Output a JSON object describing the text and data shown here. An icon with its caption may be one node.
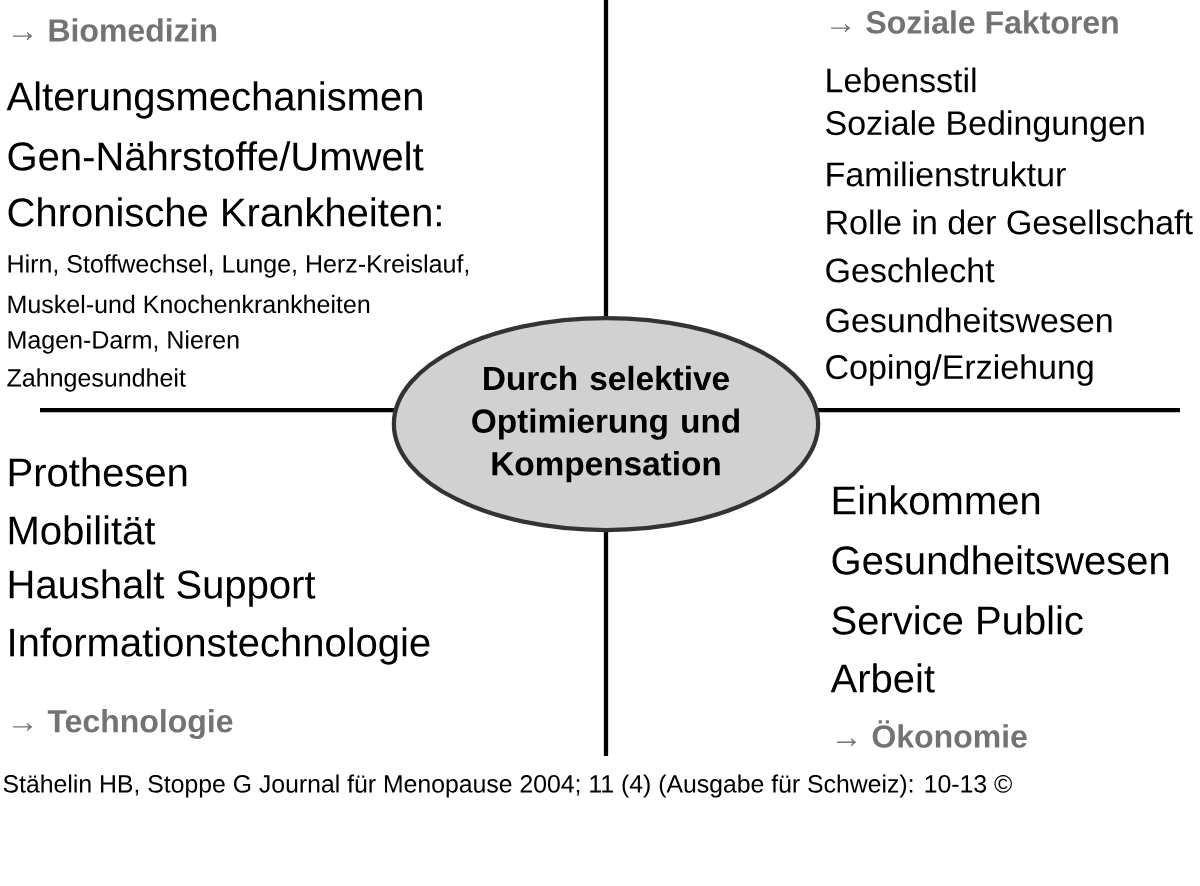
{
  "diagram": {
    "caption": "Stähelin HB, Stoppe G Journal für Menopause 2004; 11 (4) (Ausgabe für Schweiz): 10-13 ©",
    "nodes": [
      {
        "text": [
          "Durch selektive Optimierung und Kompensation"
        ]
      }
    ],
    "labels": [
      "→ Biomedizin",
      "Alterungsmechanismen",
      "Gen-Nährstoffe/Umwelt",
      "Chronische Krankheiten:",
      "Hirn, Stoffwechsel, Lunge, Herz-Kreislauf,",
      "Muskel-und Knochenkrankheiten",
      "Magen-Darm, Nieren",
      "Zahngesundheit",
      "→ Soziale Faktoren",
      "Lebensstil",
      "Soziale Bedingungen",
      "Familienstruktur",
      "Rolle in der Gesellschaft",
      "Geschlecht",
      "Gesundheitswesen",
      "Coping/Erziehung",
      "Prothesen",
      "Mobilität",
      "Haushalt Support",
      "Informationstechnologie",
      "→ Technologie",
      "Einkommen",
      "Gesundheitswesen",
      "Service Public",
      "Arbeit",
      "→ Ökonomie"
    ]
  }
}
